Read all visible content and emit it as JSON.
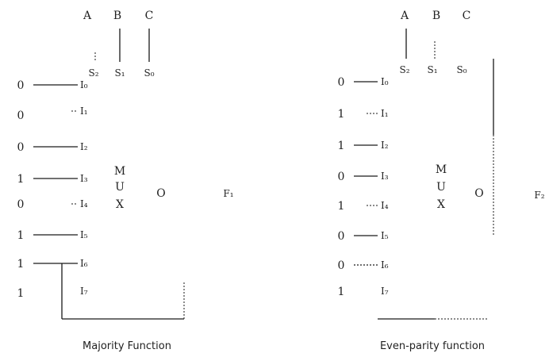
{
  "colors": {
    "ink": "#1a1a1a",
    "background": "#ffffff"
  },
  "left": {
    "select_inputs": [
      "A",
      "B",
      "C"
    ],
    "select_lines": [
      "S₂",
      "S₁",
      "S₀"
    ],
    "data_inputs": [
      "0",
      "0",
      "0",
      "1",
      "0",
      "1",
      "1",
      "1"
    ],
    "pin_labels": [
      "I₀",
      "I₁",
      "I₂",
      "I₃",
      "I₄",
      "I₅",
      "I₆",
      "I₇"
    ],
    "mux_label": [
      "M",
      "U",
      "X"
    ],
    "output_label": "O",
    "function_label": "F₁",
    "caption": "Majority Function"
  },
  "right": {
    "select_inputs": [
      "A",
      "B",
      "C"
    ],
    "select_lines": [
      "S₂",
      "S₁",
      "S₀"
    ],
    "data_inputs": [
      "0",
      "1",
      "1",
      "0",
      "1",
      "0",
      "0",
      "1"
    ],
    "pin_labels": [
      "I₀",
      "I₁",
      "I₂",
      "I₃",
      "I₄",
      "I₅",
      "I₆",
      "I₇"
    ],
    "mux_label": [
      "M",
      "U",
      "X"
    ],
    "output_label": "O",
    "function_label": "F₂",
    "caption": "Even-parity function"
  }
}
